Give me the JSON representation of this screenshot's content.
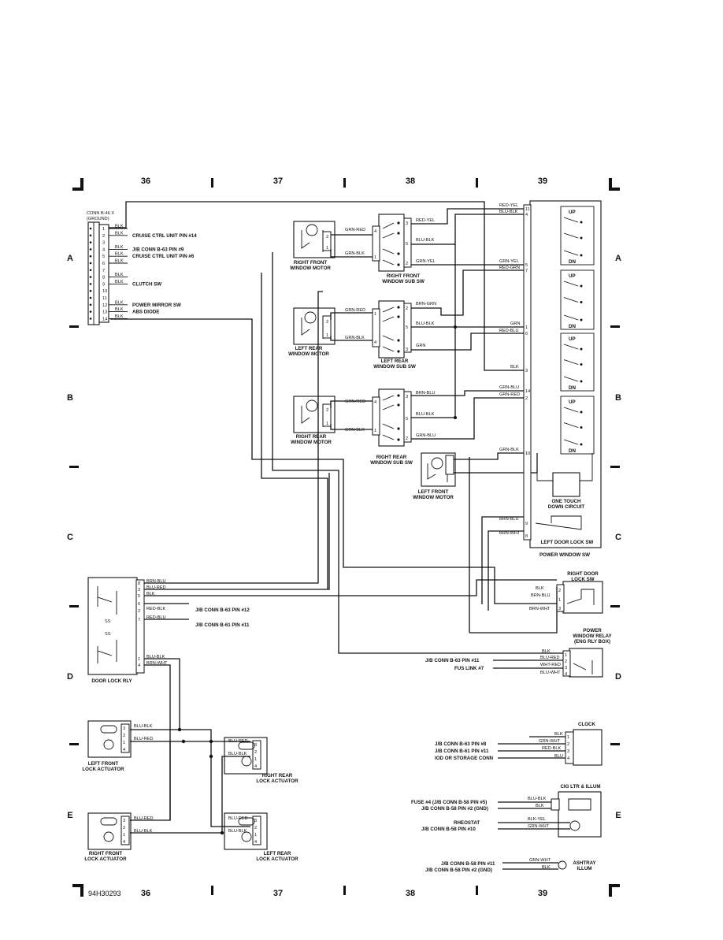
{
  "grid": {
    "columns": [
      "36",
      "37",
      "38",
      "39"
    ],
    "rows": [
      "A",
      "B",
      "C",
      "D",
      "E"
    ]
  },
  "diagram_code": "94H30293",
  "conn_b46": {
    "title": "CONN B-46 X",
    "subtitle": "(GROUND)",
    "pins": [
      "1",
      "2",
      "3",
      "4",
      "5",
      "6",
      "7",
      "8",
      "9",
      "10",
      "11",
      "12",
      "13",
      "14"
    ],
    "wires": [
      {
        "color": "BLK",
        "label": ""
      },
      {
        "color": "BLK",
        "label": "CRUISE CTRL UNIT PIN #14"
      },
      {
        "color": "BLK",
        "label": "J/B CONN B-63 PIN #9"
      },
      {
        "color": "BLK",
        "label": "CRUISE CTRL UNIT PIN #6"
      },
      {
        "color": "BLK",
        "label": ""
      },
      {
        "color": "BLK",
        "label": ""
      },
      {
        "color": "BLK",
        "label": "CLUTCH SW"
      },
      {
        "color": "BLK",
        "label": "POWER MIRROR SW"
      },
      {
        "color": "BLK",
        "label": "ABS DIODE"
      },
      {
        "color": "BLK",
        "label": ""
      }
    ]
  },
  "motors": {
    "right_front": "RIGHT FRONT\nWINDOW MOTOR",
    "left_rear": "LEFT REAR\nWINDOW MOTOR",
    "right_rear": "RIGHT REAR\nWINDOW MOTOR",
    "left_front": "LEFT FRONT\nWINDOW MOTOR"
  },
  "sub_switches": {
    "right_front": "RIGHT FRONT\nWINDOW SUB SW",
    "left_rear": "LEFT REAR\nWINDOW SUB SW",
    "right_rear": "RIGHT REAR\nWINDOW SUB SW"
  },
  "wire_labels": {
    "rf_motor_top": "GRN-RED",
    "rf_motor_bot": "GRN-BLK",
    "rf_out3": "RED-YEL",
    "rf_out5": "BLU-BLK",
    "rf_out2": "GRN-YEL",
    "lr_motor_top": "GRN-RED",
    "lr_motor_bot": "GRN-BLK",
    "lr_out2": "BRN-GRN",
    "lr_out5": "BLU-BLK",
    "lr_out3": "GRN",
    "rr_motor_top": "GRN-RED",
    "rr_motor_bot": "GRN-BLK",
    "rr_out3": "BRN-BLU",
    "rr_out5": "BLU-BLK",
    "rr_out2": "GRN-BLU",
    "pw_11": "RED-YEL",
    "pw_4": "BLU-BLK",
    "pw_5": "GRN-YEL",
    "pw_7": "RED-GRN",
    "pw_1": "GRN",
    "pw_6": "RED-BLU",
    "pw_3": "BLK",
    "pw_14": "GRN-BLU",
    "pw_2": "GRN-RED",
    "pw_10": "GRN-BLK",
    "pw_9": "BRN-BLU",
    "pw_8": "BRN-WHT"
  },
  "power_window_sw": {
    "title": "POWER WINDOW SW",
    "pins_left": [
      "11",
      "4",
      "5",
      "7",
      "1",
      "6",
      "3",
      "14",
      "2",
      "10",
      "9",
      "8"
    ],
    "up": "UP",
    "dn": "DN",
    "one_touch": "ONE TOUCH\nDOWN CIRCUIT",
    "left_door_lock_sw": "LEFT DOOR LOCK SW"
  },
  "right_door_lock_sw": {
    "title": "RIGHT DOOR\nLOCK SW",
    "pins": [
      "2",
      "1",
      "3"
    ],
    "wires": [
      "BLK",
      "BRN-BLU",
      "BRN-WHT"
    ]
  },
  "power_window_relay": {
    "title": "POWER\nWINDOW RELAY\n(ENG RLY BOX)",
    "pins": [
      "1",
      "2",
      "3",
      "4"
    ],
    "wires": [
      "BLK",
      "BLU-RED",
      "WHT-RED",
      "BLU-WHT"
    ],
    "sources": [
      "J/B CONN B-63 PIN #11",
      "FUS LINK #7"
    ]
  },
  "door_lock_rly": {
    "title": "DOOR LOCK RLY",
    "pins": [
      "8",
      "3",
      "5",
      "6",
      "2",
      "7",
      "1",
      "4"
    ],
    "wires": [
      "BRN-BLU",
      "BLU-RED",
      "BLK",
      "",
      "RED-BLK",
      "RED-BLU",
      "BLU-BLK",
      "BRN-WHT"
    ],
    "dests": [
      "J/B CONN B-63 PIN #12",
      "J/B CONN B-61 PIN #11"
    ]
  },
  "actuators": {
    "left_front": "LEFT FRONT\nLOCK ACTUATOR",
    "right_rear": "RIGHT REAR\nLOCK ACTUATOR",
    "right_front": "RIGHT FRONT\nLOCK ACTUATOR",
    "left_rear": "LEFT REAR\nLOCK ACTUATOR",
    "pins": [
      "3",
      "2",
      "1",
      "4"
    ],
    "blu_blk": "BLU-BLK",
    "blu_red": "BLU-RED"
  },
  "clock": {
    "title": "CLOCK",
    "pins": [
      "1",
      "2",
      "3",
      "4"
    ],
    "wires": [
      "BLK",
      "GRN-WHT",
      "RED-BLK",
      "BLU"
    ],
    "sources": [
      "J/B CONN B-63 PIN #8",
      "J/B CONN B-61 PIN #11",
      "IOD OR STORAGE CONN"
    ]
  },
  "cig_ltr": {
    "title": "CIG LTR & ILLUM",
    "wires": [
      "BLU-BLK",
      "BLK",
      "BLK-YEL",
      "GRN-WHT"
    ],
    "sources": [
      "FUSE #4 (J/B CONN B-58 PIN #5)",
      "J/B CONN B-58 PIN #2 (GND)",
      "RHEOSTAT",
      "J/B CONN B-58 PIN #10"
    ]
  },
  "ashtray": {
    "title": "ASHTRAY\nILLUM",
    "wires": [
      "GRN-WHT",
      "BLK"
    ],
    "sources": [
      "J/B CONN B-58 PIN #11",
      "J/B CONN B-58 PIN #2 (GND)"
    ]
  }
}
